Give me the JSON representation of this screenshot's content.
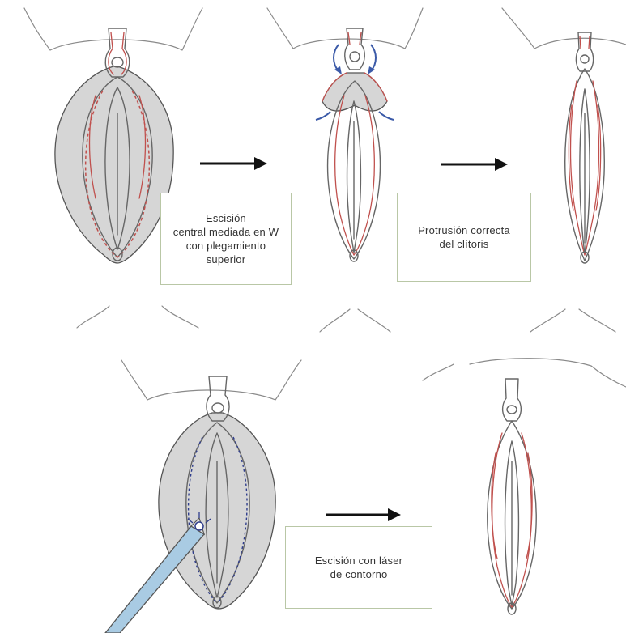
{
  "captions": {
    "step1": [
      "Escisión",
      "central mediada en W",
      "con plegamiento",
      "superior"
    ],
    "step2": [
      "Protrusión correcta",
      "del clítoris"
    ],
    "step3": [
      "Escisión con láser",
      "de contorno"
    ]
  },
  "colors": {
    "caption_border": "#b9c7a6",
    "incision_line": "#c0504d",
    "laser_line": "#2f3d8c",
    "excised_area": "#d6d6d6",
    "arrow": "#111111"
  }
}
